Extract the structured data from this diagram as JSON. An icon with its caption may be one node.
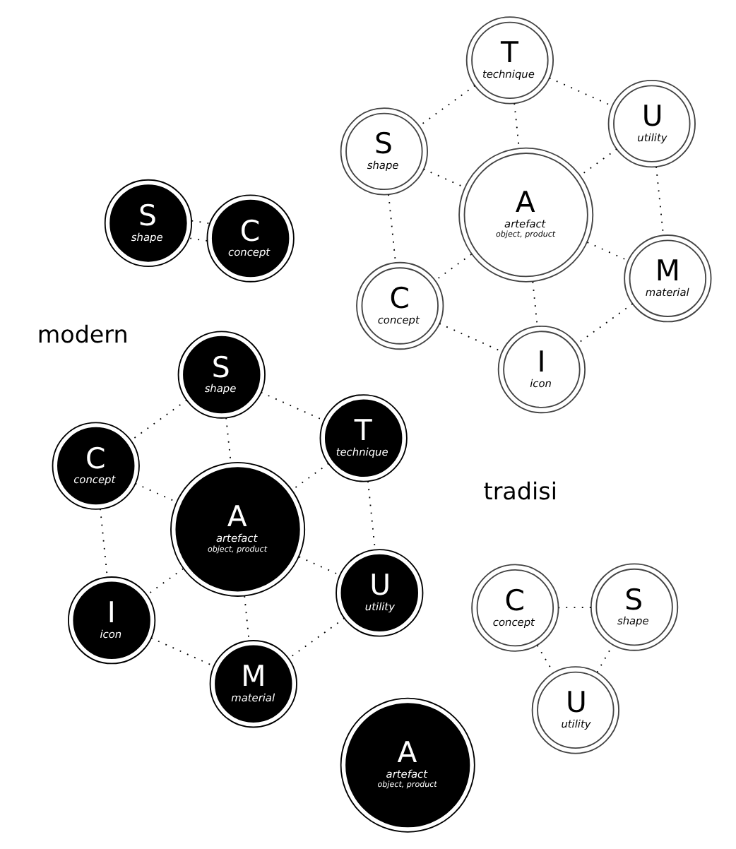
{
  "diagram": {
    "nodes": [
      {
        "text": [
          "S",
          "shape"
        ]
      },
      {
        "text": [
          "T",
          "technique"
        ]
      },
      {
        "text": [
          "C",
          "concept"
        ]
      },
      {
        "text": [
          "A",
          "artefact",
          "object, product"
        ]
      },
      {
        "text": [
          "U",
          "utility"
        ]
      },
      {
        "text": [
          "I",
          "icon"
        ]
      },
      {
        "text": [
          "M",
          "material"
        ]
      },
      {
        "text": [
          "T",
          "technique"
        ]
      },
      {
        "text": [
          "U",
          "utility"
        ]
      },
      {
        "text": [
          "S",
          "shape"
        ]
      },
      {
        "text": [
          "A",
          "artefact",
          "object, product"
        ]
      },
      {
        "text": [
          "M",
          "material"
        ]
      },
      {
        "text": [
          "C",
          "concept"
        ]
      },
      {
        "text": [
          "I",
          "icon"
        ]
      },
      {
        "text": [
          "S",
          "shape"
        ]
      },
      {
        "text": [
          "C",
          "concept"
        ]
      },
      {
        "text": [
          "S",
          "shape"
        ]
      },
      {
        "text": [
          "A",
          "artefact",
          "object, product"
        ]
      },
      {
        "text": [
          "U",
          "utility"
        ]
      },
      {
        "text": [
          "C",
          "concept"
        ]
      }
    ],
    "edges": [
      {
        "from": 0,
        "to": 1,
        "arrow": "none",
        "style": "dashed"
      },
      {
        "from": 0,
        "to": 2,
        "arrow": "none",
        "style": "dashed"
      },
      {
        "from": 0,
        "to": 3,
        "arrow": "none",
        "style": "dashed"
      },
      {
        "from": 1,
        "to": 3,
        "arrow": "none",
        "style": "dashed"
      },
      {
        "from": 1,
        "to": 4,
        "arrow": "none",
        "style": "dashed"
      },
      {
        "from": 2,
        "to": 3,
        "arrow": "none",
        "style": "dashed"
      },
      {
        "from": 3,
        "to": 4,
        "arrow": "none",
        "style": "dashed"
      },
      {
        "from": 2,
        "to": 5,
        "arrow": "none",
        "style": "dashed"
      },
      {
        "from": 3,
        "to": 5,
        "arrow": "none",
        "style": "dashed"
      },
      {
        "from": 3,
        "to": 6,
        "arrow": "none",
        "style": "dashed"
      },
      {
        "from": 4,
        "to": 6,
        "arrow": "none",
        "style": "dashed"
      },
      {
        "from": 5,
        "to": 6,
        "arrow": "none",
        "style": "dashed"
      },
      {
        "from": 7,
        "to": 8,
        "arrow": "none",
        "style": "dashed"
      },
      {
        "from": 7,
        "to": 9,
        "arrow": "none",
        "style": "dashed"
      },
      {
        "from": 7,
        "to": 10,
        "arrow": "none",
        "style": "dashed"
      },
      {
        "from": 8,
        "to": 10,
        "arrow": "none",
        "style": "dashed"
      },
      {
        "from": 8,
        "to": 11,
        "arrow": "none",
        "style": "dashed"
      },
      {
        "from": 9,
        "to": 10,
        "arrow": "none",
        "style": "dashed"
      },
      {
        "from": 10,
        "to": 11,
        "arrow": "none",
        "style": "dashed"
      },
      {
        "from": 9,
        "to": 12,
        "arrow": "none",
        "style": "dashed"
      },
      {
        "from": 10,
        "to": 12,
        "arrow": "none",
        "style": "dashed"
      },
      {
        "from": 10,
        "to": 13,
        "arrow": "none",
        "style": "dashed"
      },
      {
        "from": 11,
        "to": 13,
        "arrow": "none",
        "style": "dashed"
      },
      {
        "from": 12,
        "to": 13,
        "arrow": "none",
        "style": "dashed"
      },
      {
        "from": 14,
        "to": 19,
        "arrow": "none",
        "style": "dashed"
      },
      {
        "from": 19,
        "to": 14,
        "arrow": "none",
        "style": "dashed"
      },
      {
        "from": 15,
        "to": 18,
        "arrow": "none",
        "style": "dashed"
      },
      {
        "from": 18,
        "to": 16,
        "arrow": "none",
        "style": "dashed"
      },
      {
        "from": 16,
        "to": 15,
        "arrow": "none",
        "style": "dashed"
      }
    ],
    "labels": [
      "tradisi",
      "modern"
    ]
  }
}
